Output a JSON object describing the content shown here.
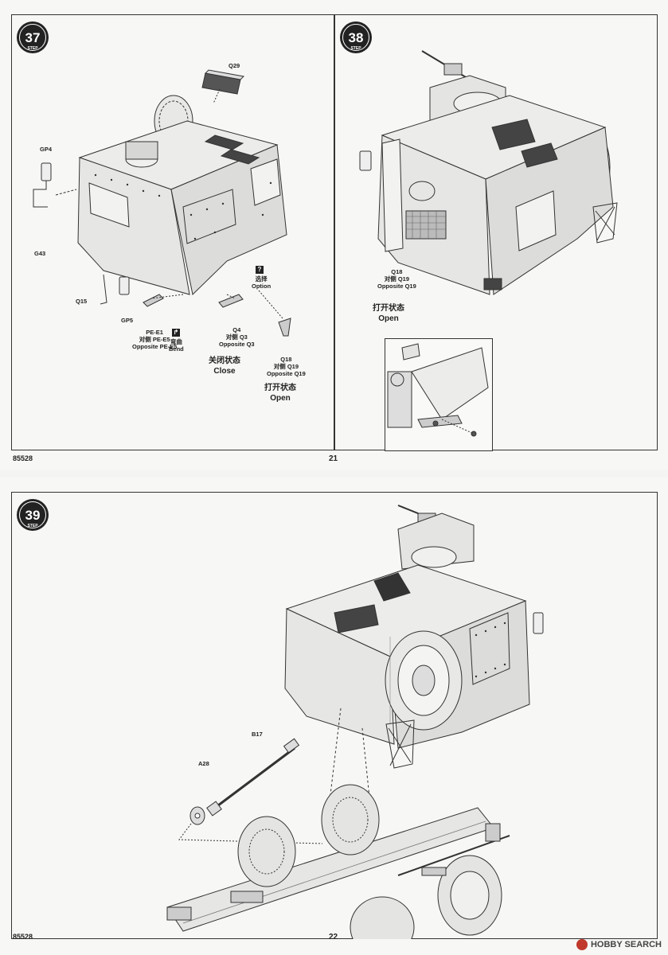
{
  "kit_code": "85528",
  "watermark": "HOBBY SEARCH",
  "page_top": {
    "page_number": "21",
    "step37": {
      "number": "37",
      "badge_word": "STEP",
      "labels": {
        "q29": "Q29",
        "gp4": "GP4",
        "g43": "G43",
        "q15": "Q15",
        "gp5": "GP5",
        "pe": [
          "PE-E1",
          "对侧 PE-E5",
          "Opposite PE-E5"
        ],
        "bend": [
          "弯曲",
          "Bend"
        ],
        "q4": [
          "Q4",
          "对侧 Q3",
          "Opposite Q3"
        ],
        "option": [
          "选择",
          "Option"
        ],
        "q18": [
          "Q18",
          "对侧 Q19",
          "Opposite Q19"
        ]
      },
      "close_state": [
        "关闭状态",
        "Close"
      ],
      "open_state": [
        "打开状态",
        "Open"
      ],
      "option_icon": "?",
      "bend_icon": "↱"
    },
    "step38": {
      "number": "38",
      "badge_word": "STEP",
      "labels": {
        "q18": [
          "Q18",
          "对侧 Q19",
          "Opposite Q19"
        ]
      },
      "open_state": [
        "打开状态",
        "Open"
      ]
    }
  },
  "page_bottom": {
    "page_number": "22",
    "step39": {
      "number": "39",
      "badge_word": "STEP",
      "labels": {
        "b17": "B17",
        "a28": "A28"
      }
    }
  }
}
